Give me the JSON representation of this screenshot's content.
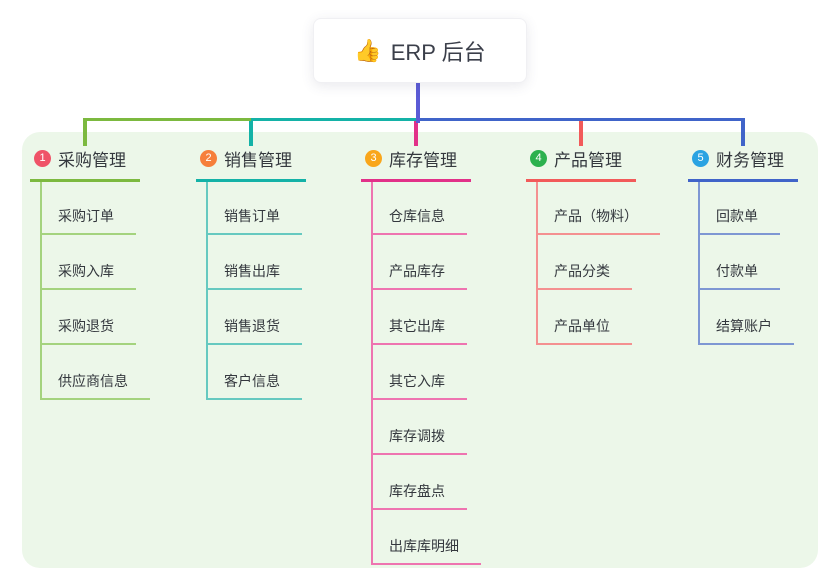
{
  "root": {
    "icon": "👍",
    "icon_name": "thumbs-up-icon",
    "label": "ERP 后台"
  },
  "canvas": {
    "panel_bg": "#ecf7e9",
    "root_tail_color": "#5b5bd6",
    "node_text_color": "#34383e"
  },
  "branches": [
    {
      "badge": "1",
      "badge_color": "#ef5368",
      "line_color": "#7cb93f",
      "child_line_color": "#a4d37e",
      "title": "采购管理",
      "children": [
        "采购订单",
        "采购入库",
        "采购退货",
        "供应商信息"
      ]
    },
    {
      "badge": "2",
      "badge_color": "#f67f3b",
      "line_color": "#14b2a7",
      "child_line_color": "#66c9c0",
      "title": "销售管理",
      "children": [
        "销售订单",
        "销售出库",
        "销售退货",
        "客户信息"
      ]
    },
    {
      "badge": "3",
      "badge_color": "#f9a61b",
      "line_color": "#e23189",
      "child_line_color": "#ee74b0",
      "title": "库存管理",
      "children": [
        "仓库信息",
        "产品库存",
        "其它出库",
        "其它入库",
        "库存调拨",
        "库存盘点",
        "出库库明细"
      ]
    },
    {
      "badge": "4",
      "badge_color": "#2cb14e",
      "line_color": "#f25a5a",
      "child_line_color": "#f49090",
      "title": "产品管理",
      "children": [
        "产品（物料）",
        "产品分类",
        "产品单位"
      ]
    },
    {
      "badge": "5",
      "badge_color": "#2aa3e2",
      "line_color": "#4064c9",
      "child_line_color": "#7e97d3",
      "title": "财务管理",
      "children": [
        "回款单",
        "付款单",
        "结算账户"
      ]
    }
  ]
}
